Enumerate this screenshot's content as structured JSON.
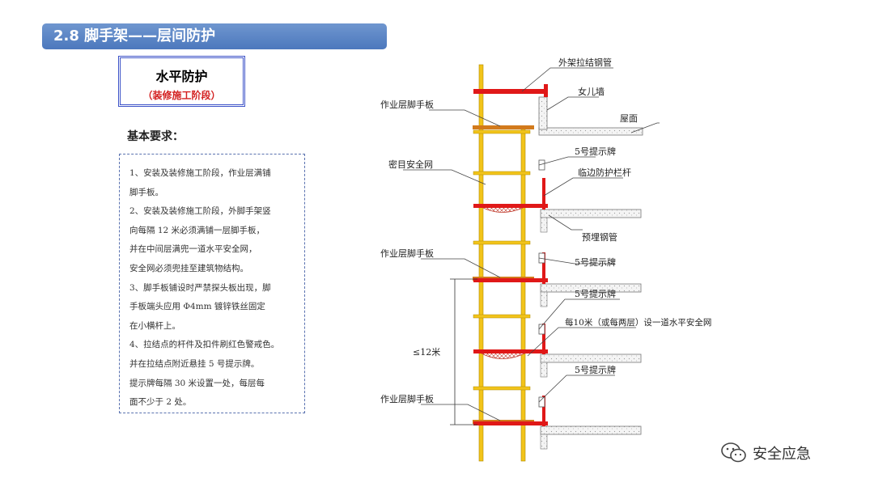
{
  "header": {
    "title": "2.8  脚手架——层间防护"
  },
  "top_box": {
    "title": "水平防护",
    "subtitle": "（装修施工阶段）"
  },
  "requirements": {
    "title": "基本要求：",
    "lines": [
      "1、安装及装修施工阶段，作业层满铺",
      "    脚手板。",
      "2、安装及装修施工阶段，外脚手架竖",
      "    向每隔 12 米必须满铺一层脚手板，",
      "    并在中间层满兜一道水平安全网，",
      "    安全网必须兜挂至建筑物结构。",
      "3、脚手板铺设时严禁探头板出现，脚",
      "    手板端头应用 Φ4mm 镀锌铁丝固定",
      "    在小横杆上。",
      "4、拉结点的杆件及扣件刷红色警戒色。",
      "    并在拉结点附近悬挂 5 号提示牌。",
      "    提示牌每隔 30 米设置一处，每层每",
      "    面不少于 2 处。"
    ]
  },
  "diagram": {
    "labels": {
      "tie_pipe": "外架拉结钢管",
      "parapet": "女儿墙",
      "roof": "屋面",
      "work_board_1": "作业层脚手板",
      "sign_1": "5号提示牌",
      "safety_net": "密目安全网",
      "edge_rail": "临边防护栏杆",
      "embedded_pipe": "预埋钢管",
      "work_board_2": "作业层脚手板",
      "sign_2": "5号提示牌",
      "sign_3": "5号提示牌",
      "net_rule": "每10米（或每两层）设一道水平安全网",
      "spacing": "≤12米",
      "sign_4": "5号提示牌",
      "work_board_3": "作业层脚手板"
    }
  },
  "watermark": {
    "text": "安全应急",
    "icon": "wechat-icon"
  },
  "colors": {
    "banner": "#5a84c6",
    "pole": "#f2c41a",
    "tie": "#e01818",
    "box_border": "#3c52c8"
  }
}
